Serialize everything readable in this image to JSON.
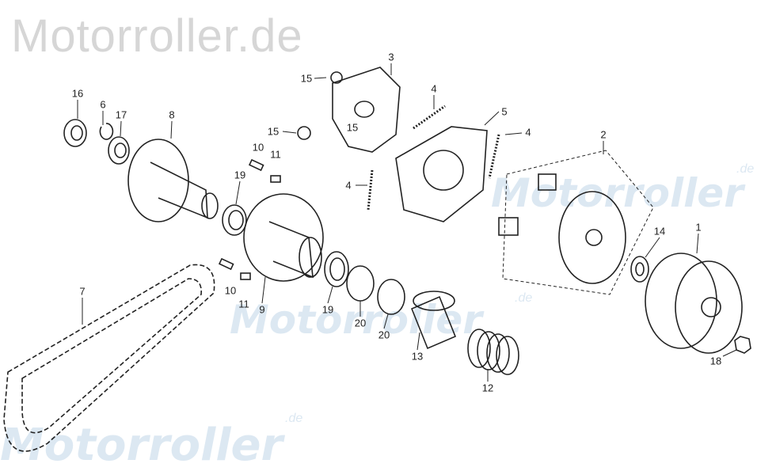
{
  "watermark": {
    "site": "Motorroller.de",
    "brand": "Motorroller",
    "tld": ".de"
  },
  "labels": [
    "16",
    "6",
    "17",
    "8",
    "15",
    "3",
    "4",
    "15",
    "15",
    "5",
    "4",
    "2",
    "10",
    "11",
    "19",
    "4",
    "14",
    "1",
    "7",
    "10",
    "11",
    "9",
    "19",
    "20",
    "20",
    "13",
    "12",
    "18"
  ],
  "colors": {
    "line": "#222222",
    "watermark_gray": "#d6d6d6",
    "watermark_blue": "#dce8f2"
  }
}
